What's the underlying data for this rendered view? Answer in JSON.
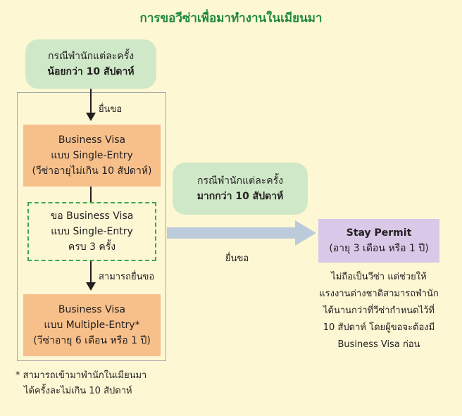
{
  "title": "การขอวีซ่าเพื่อมาทำงานในเมียนมา",
  "short_stay": {
    "line1": "กรณีพำนักแต่ละครั้ง",
    "line2": "น้อยกว่า 10 สัปดาห์"
  },
  "apply_label_1": "ยื่นขอ",
  "single_entry_box": {
    "line1": "Business Visa",
    "line2": "แบบ Single-Entry",
    "line3": "(วีซ่าอายุไม่เกิน 10 สัปดาห์)"
  },
  "repeat_box": {
    "line1": "ขอ Business Visa",
    "line2": "แบบ Single-Entry",
    "line3": "ครบ 3 ครั้ง"
  },
  "can_apply_label": "สามารถยื่นขอ",
  "multiple_entry_box": {
    "line1": "Business Visa",
    "line2": "แบบ Multiple-Entry*",
    "line3": "(วีซ่าอายุ 6 เดือน หรือ 1 ปี)"
  },
  "footnote": {
    "line1": "* สามารถเข้ามาพำนักในเมียนมา",
    "line2": "ได้ครั้งละไม่เกิน 10 สัปดาห์"
  },
  "long_stay": {
    "line1": "กรณีพำนักแต่ละครั้ง",
    "line2": "มากกว่า 10 สัปดาห์"
  },
  "apply_label_2": "ยื่นขอ",
  "stay_permit": {
    "line1": "Stay Permit",
    "line2": "(อายุ 3 เดือน หรือ 1 ปี)"
  },
  "stay_permit_desc": {
    "line1": "ไม่ถือเป็นวีซ่า แต่ช่วยให้",
    "line2": "แรงงานต่างชาติสามารถพำนัก",
    "line3": "ได้นานกว่าที่วีซ่ากำหนดไว้ที่",
    "line4": "10 สัปดาห์ โดยผู้ขอจะต้องมี",
    "line5": "Business Visa ก่อน"
  },
  "colors": {
    "background": "#fdf7d4",
    "title": "#1e8a3c",
    "green_pill": "#cfe8c8",
    "orange_box": "#f7c08a",
    "dashed_border": "#3aa84f",
    "purple_box": "#d9c8e8",
    "arrow": "#bccbda"
  }
}
